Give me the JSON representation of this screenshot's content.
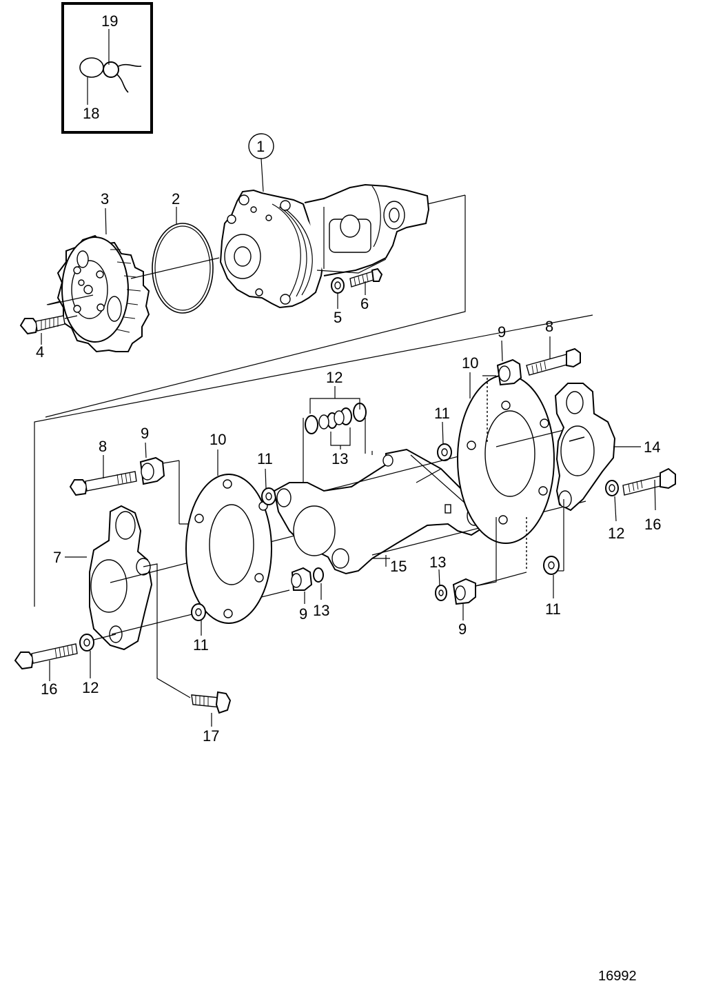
{
  "drawing_number": "16992",
  "watermark": {
    "line1": "",
    "line2": ""
  },
  "callouts": {
    "c1": "1",
    "c2": "2",
    "c3": "3",
    "c4": "4",
    "c5": "5",
    "c6": "6",
    "c7": "7",
    "c8a": "8",
    "c8b": "8",
    "c9a": "9",
    "c9b": "9",
    "c9c": "9",
    "c9d": "9",
    "c10a": "10",
    "c10b": "10",
    "c11a": "11",
    "c11b": "11",
    "c11c": "11",
    "c11d": "11",
    "c12a": "12",
    "c12b": "12",
    "c12c": "12",
    "c13a": "13",
    "c13b": "13",
    "c13c": "13",
    "c14": "14",
    "c15": "15",
    "c16a": "16",
    "c16b": "16",
    "c17": "17",
    "c18": "18",
    "c19": "19"
  }
}
